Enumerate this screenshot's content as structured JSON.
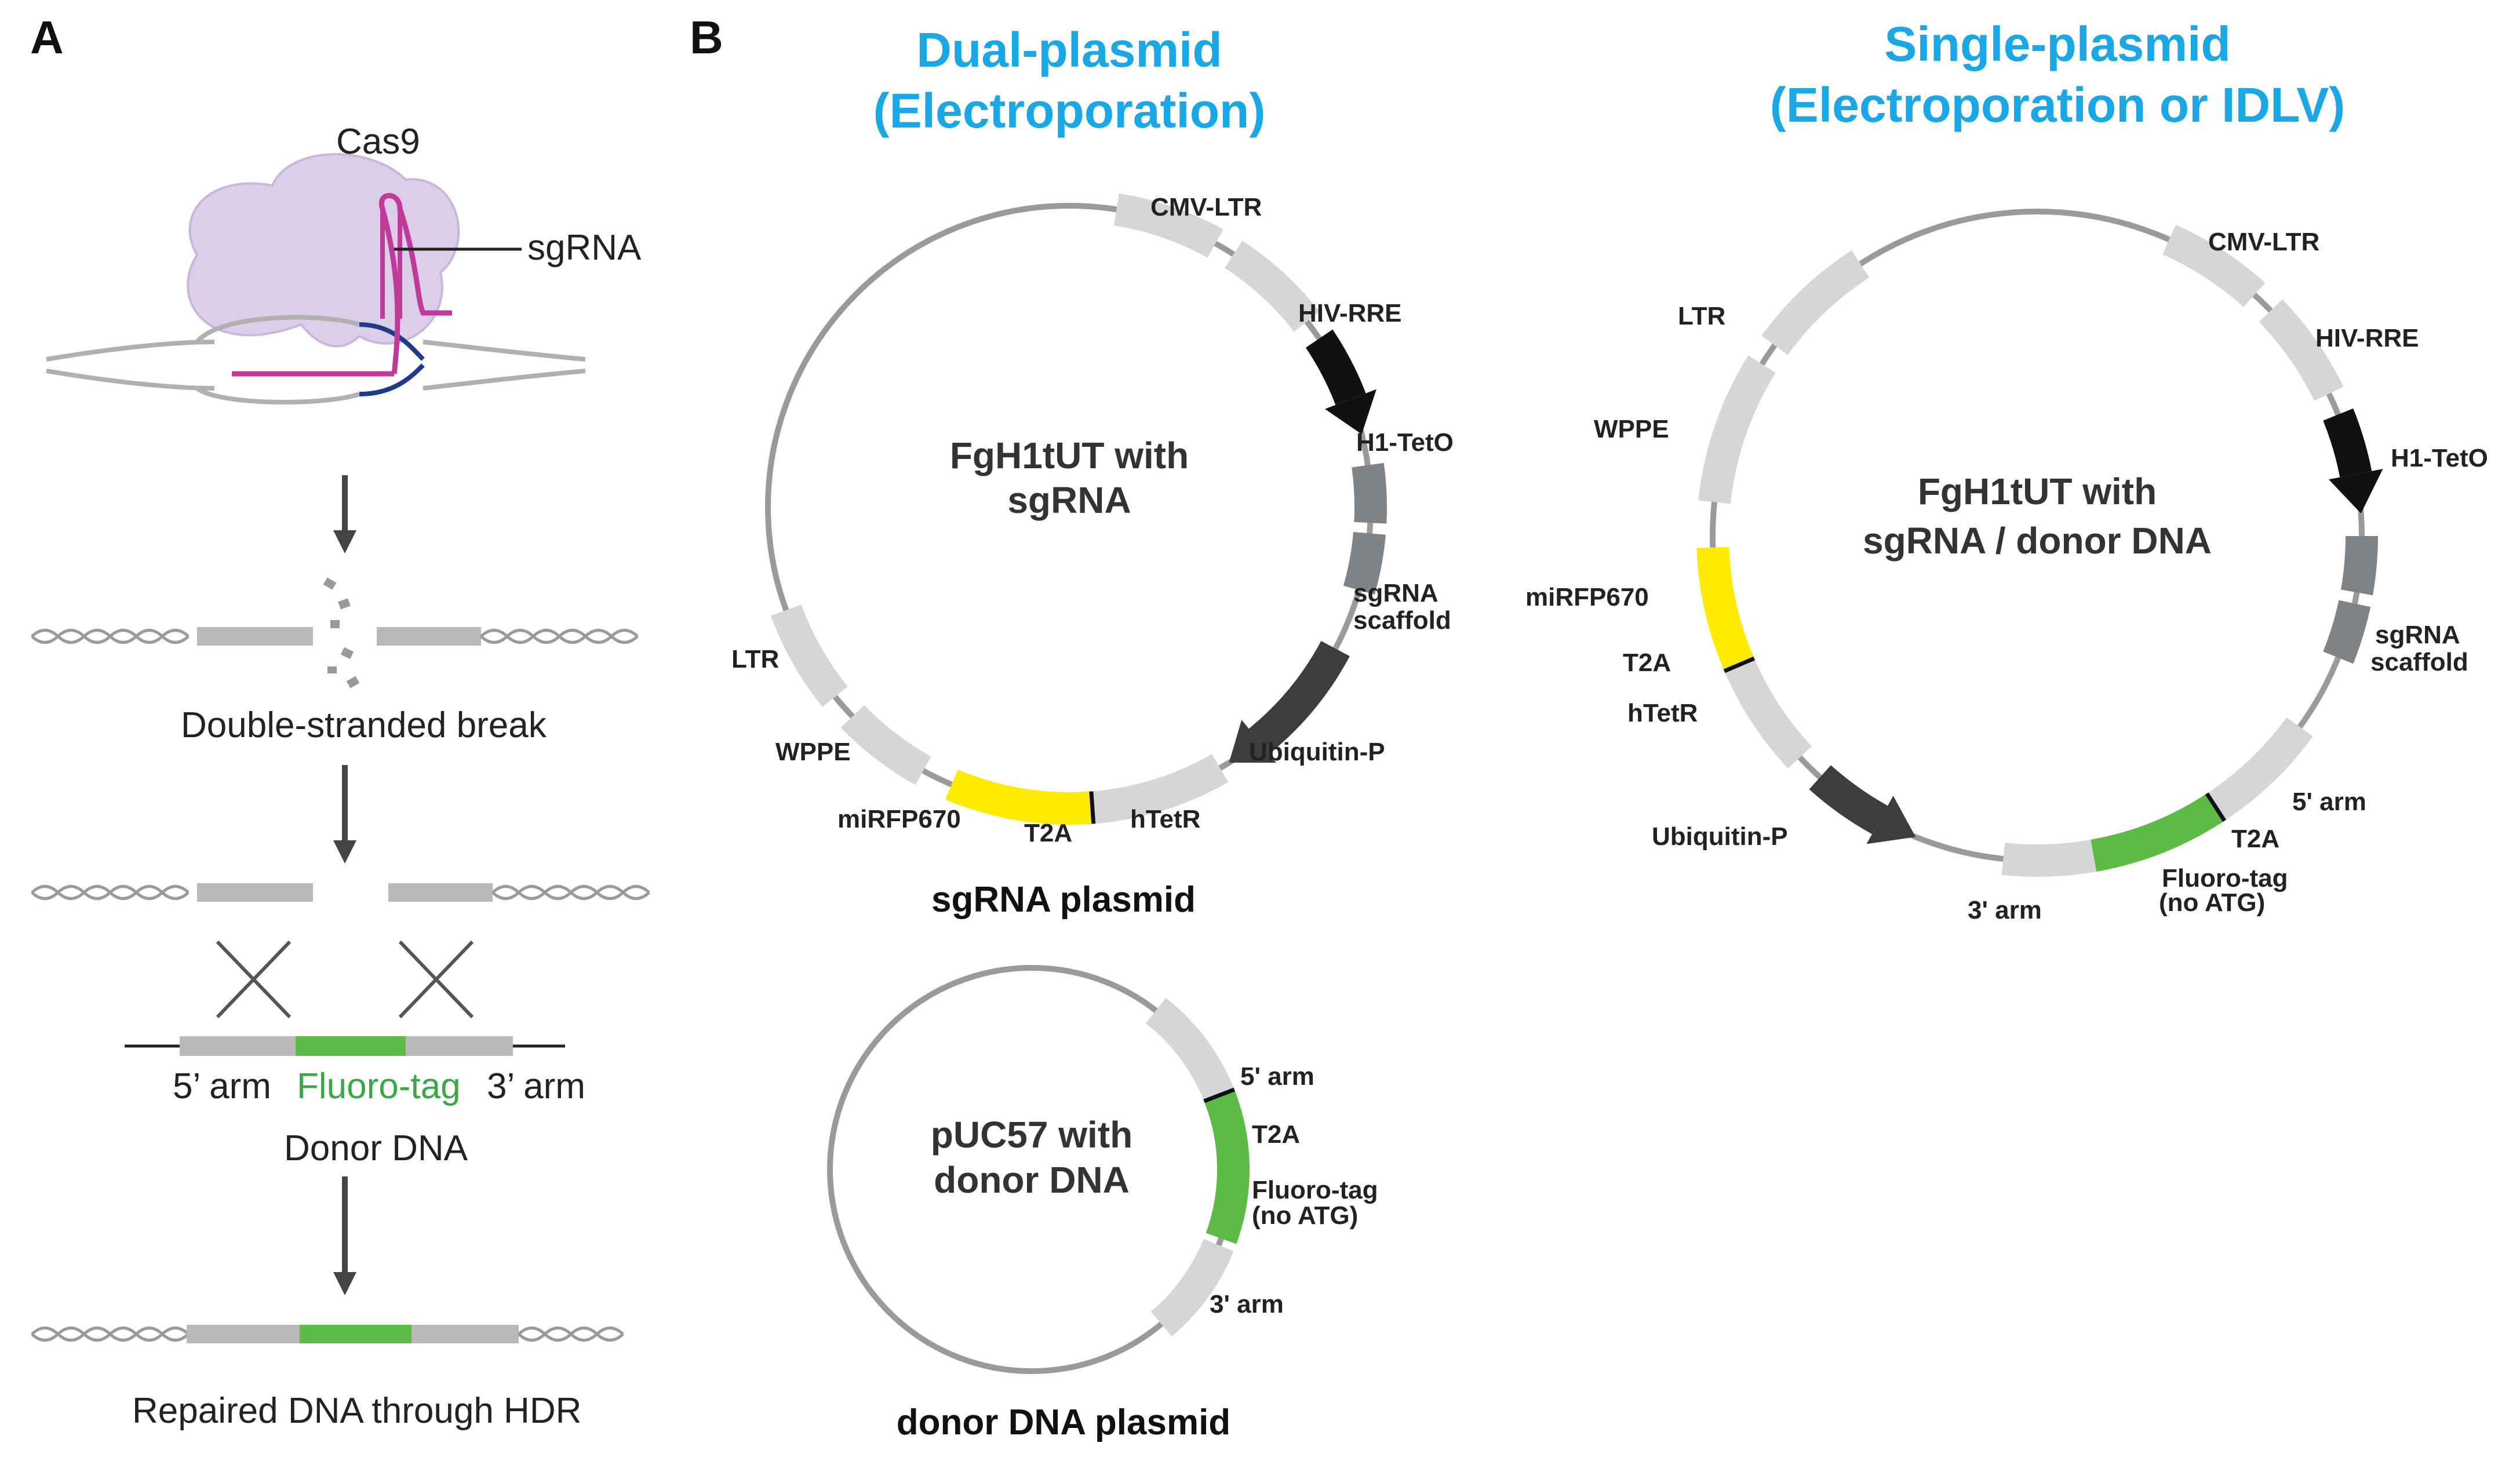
{
  "panel_a": {
    "label": "A",
    "cas9_label": "Cas9",
    "sgrna_label": "sgRNA",
    "dsb_label": "Double-stranded break",
    "arm5_label": "5’ arm",
    "fluoro_label": "Fluoro-tag",
    "arm3_label": "3’ arm",
    "donor_label": "Donor DNA",
    "repaired_label": "Repaired DNA through HDR"
  },
  "panel_b": {
    "label": "B",
    "dual_title_1": "Dual-plasmid",
    "dual_title_2": "(Electroporation)",
    "single_title_1": "Single-plasmid",
    "single_title_2": "(Electroporation or IDLV)",
    "sgrna_plasmid": {
      "center_1": "FgH1tUT with",
      "center_2": "sgRNA",
      "caption": "sgRNA plasmid",
      "labels": {
        "cmv": "CMV-LTR",
        "hiv": "HIV-RRE",
        "h1": "H1-TetO",
        "scaffold_1": "sgRNA",
        "scaffold_2": "scaffold",
        "ubiq": "Ubiquitin-P",
        "htetr": "hTetR",
        "t2a": "T2A",
        "mirfp": "miRFP670",
        "wppe": "WPPE",
        "ltr": "LTR"
      }
    },
    "donor_plasmid": {
      "center_1": "pUC57 with",
      "center_2": "donor DNA",
      "caption": "donor DNA plasmid",
      "labels": {
        "arm5": "5' arm",
        "t2a": "T2A",
        "fluoro_1": "Fluoro-tag",
        "fluoro_2": "(no ATG)",
        "arm3": "3' arm"
      }
    },
    "single_plasmid": {
      "center_1": "FgH1tUT with",
      "center_2": "sgRNA / donor DNA",
      "labels": {
        "cmv": "CMV-LTR",
        "hiv": "HIV-RRE",
        "h1": "H1-TetO",
        "scaffold_1": "sgRNA",
        "scaffold_2": "scaffold",
        "arm5": "5' arm",
        "t2a_right": "T2A",
        "fluoro_1": "Fluoro-tag",
        "fluoro_2": "(no ATG)",
        "arm3": "3' arm",
        "ubiq": "Ubiquitin-P",
        "htetr": "hTetR",
        "t2a_left": "T2A",
        "mirfp": "miRFP670",
        "wppe": "WPPE",
        "ltr": "LTR"
      }
    }
  },
  "colors": {
    "title_blue": "#1aa7e6",
    "segment_gray": "#d4d6d8",
    "dark_gray": "#7f8386",
    "black": "#111111",
    "yellow": "#ffeb00",
    "green": "#5cbb45",
    "cas9_purple": "#d9c9e6",
    "sgrna_magenta": "#c03a9a",
    "strand_blue": "#1f3a8a"
  }
}
